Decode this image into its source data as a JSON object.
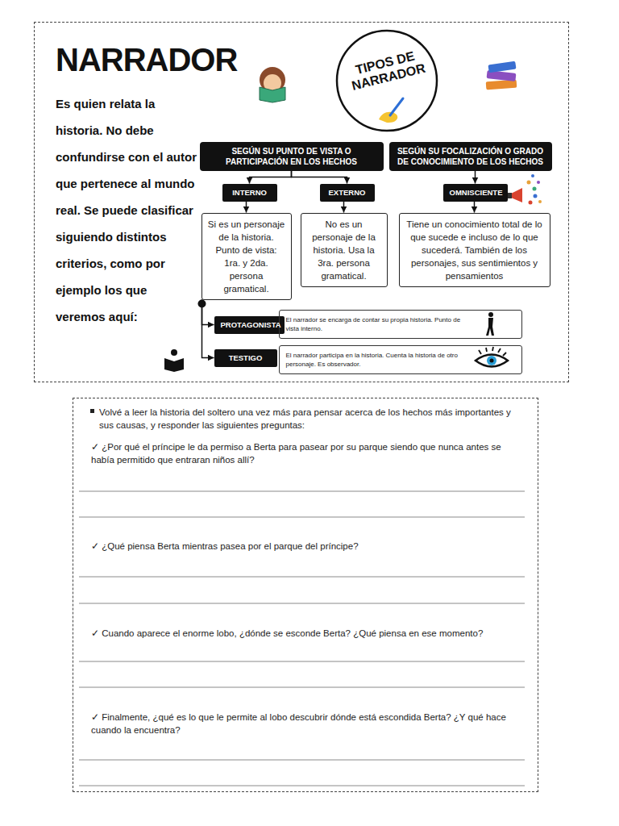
{
  "diagram": {
    "nodes": [
      {
        "text": [
          "NARRADOR",
          "Es quien relata la historia. No debe confundirse con el autor que pertenece al mundo real. Se puede clasificar siguiendo distintos criterios, como por ejemplo los que veremos aquí:"
        ]
      },
      {
        "text": [
          "TIPOS DE NARRADOR"
        ],
        "in": 0
      },
      {
        "text": [
          "SEGÚN SU PUNTO DE VISTA O PARTICIPACIÓN EN LOS HECHOS"
        ],
        "in": 0
      },
      {
        "text": [
          "SEGÚN SU FOCALIZACIÓN O GRADO DE CONOCIMIENTO DE LOS HECHOS"
        ],
        "in": 0
      },
      {
        "text": [
          "INTERNO"
        ],
        "in": 0
      },
      {
        "text": [
          "EXTERNO"
        ],
        "in": 0
      },
      {
        "text": [
          "OMNISCIENTE"
        ],
        "in": 0
      },
      {
        "text": [
          "Si es un personaje de la historia. Punto de vista: 1ra. y 2da. persona gramatical."
        ],
        "in": 0
      },
      {
        "text": [
          "No es un personaje de la historia. Usa la 3ra. persona gramatical."
        ],
        "in": 0
      },
      {
        "text": [
          "Tiene un conocimiento total de lo que sucede e incluso de lo que sucederá. También de los personajes, sus sentimientos y pensamientos"
        ],
        "in": 0
      },
      {
        "text": [
          "PROTAGONISTA"
        ],
        "in": 0
      },
      {
        "text": [
          "El narrador se encarga de contar su propia historia. Punto de vista interno."
        ],
        "in": 0
      },
      {
        "text": [
          "TESTIGO"
        ],
        "in": 0
      },
      {
        "text": [
          "El narrador participa en la historia. Cuenta la historia de otro personaje. Es observador."
        ],
        "in": 0
      },
      {
        "text": [
          "Volvé a leer la historia del soltero una vez más para pensar acerca de los hechos más importantes y sus causas, y responder las siguientes preguntas:",
          "✓ ¿Por qué el príncipe le da permiso a Berta para pasear por su parque siendo que nunca antes se había permitido que entraran niños allí?",
          "✓ ¿Qué piensa Berta mientras pasea por el parque del príncipe?",
          "✓ Cuando aparece el enorme lobo, ¿dónde se esconde Berta? ¿Qué piensa en ese momento?",
          "✓ Finalmente, ¿qué es lo que le permite al lobo descubrir dónde está escondida Berta? ¿Y qué hace cuando la encuentra?"
        ]
      }
    ],
    "edges": [
      {
        "from": 2,
        "to": 4,
        "arrow": "to"
      },
      {
        "from": 2,
        "to": 5,
        "arrow": "to"
      },
      {
        "from": 3,
        "to": 6,
        "arrow": "to"
      },
      {
        "from": 4,
        "to": 7,
        "arrow": "to"
      },
      {
        "from": 5,
        "to": 8,
        "arrow": "to"
      },
      {
        "from": 6,
        "to": 9,
        "arrow": "to"
      },
      {
        "from": 7,
        "to": 10,
        "arrow": "to"
      },
      {
        "from": 7,
        "to": 12,
        "arrow": "to"
      }
    ]
  }
}
